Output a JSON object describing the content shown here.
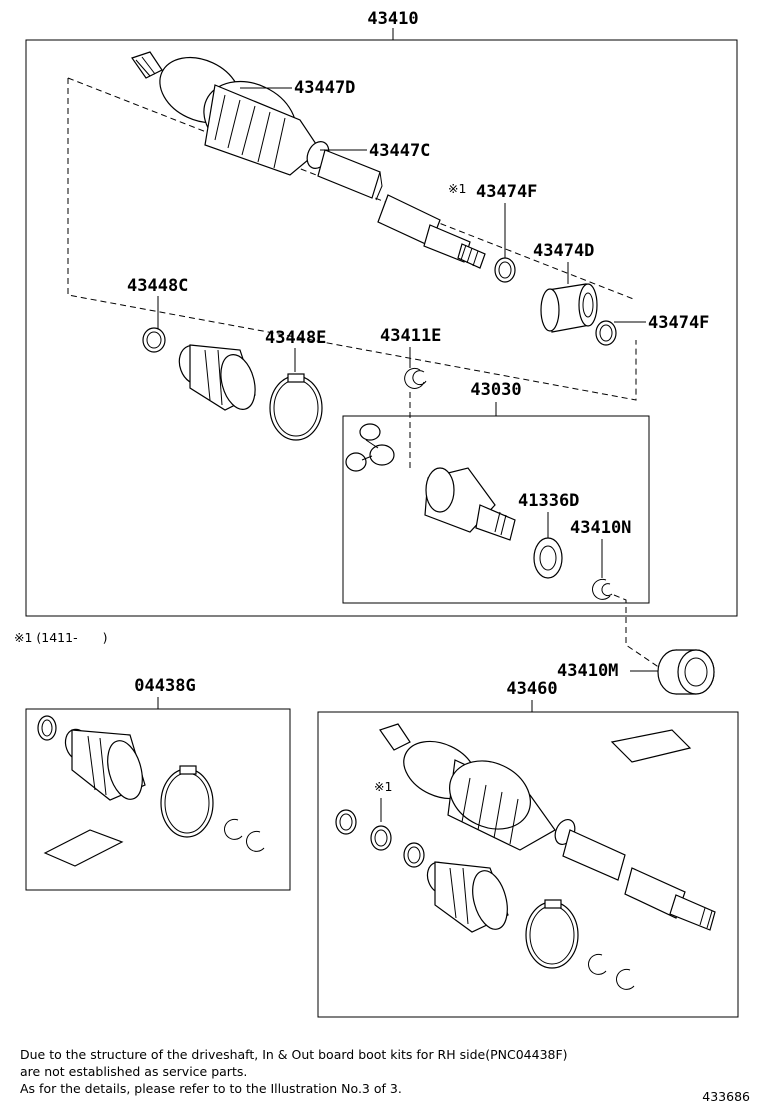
{
  "labels": {
    "assy": "43410",
    "boot_clamp_d": "43447D",
    "boot_clamp_c": "43447C",
    "ring_f_top_mark": "※1",
    "ring_f_top": "43474F",
    "damper": "43474D",
    "ring_f_right": "43474F",
    "clamp_c": "43448C",
    "boot_clamp_e": "43448E",
    "snap_ring_e": "43411E",
    "inboard_joint": "43030",
    "dust_seal": "41336D",
    "snap_ring_n": "43410N",
    "bearing": "43410M",
    "boot_kit": "04438G",
    "rh_assy": "43460",
    "rh_mark": "※1"
  },
  "footnote_mark": "※1 (1411-　　)",
  "notes": [
    "Due to the structure of the driveshaft, In & Out board  boot kits for RH side(PNC04438F)",
    "are not established as service parts.",
    "As for the details, please refer to to the Illustration No.3 of 3."
  ],
  "illustration_no": "433686"
}
